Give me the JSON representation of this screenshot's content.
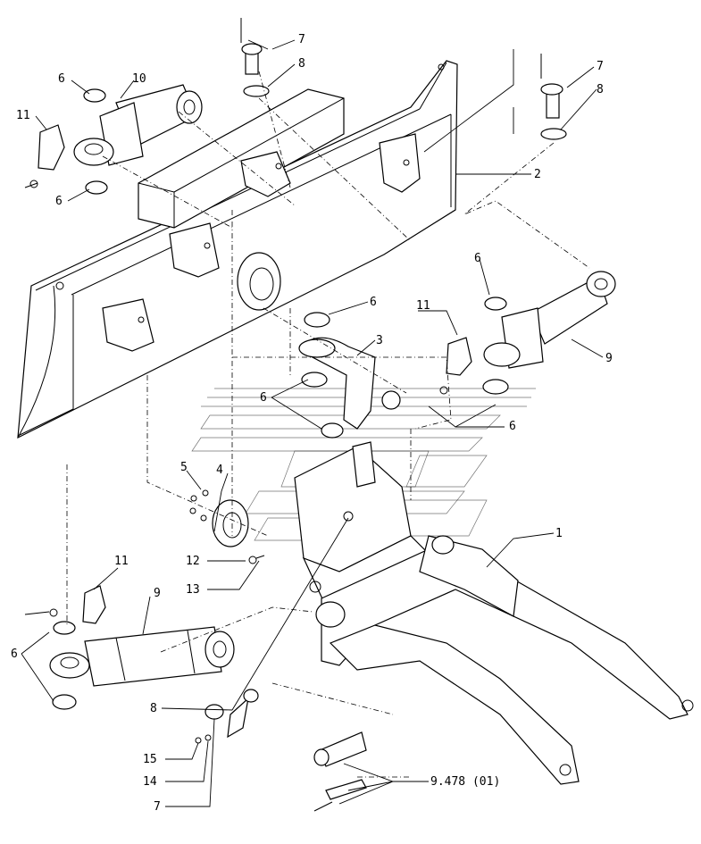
{
  "callouts": [
    {
      "id": "c1",
      "text": "1"
    },
    {
      "id": "c2",
      "text": "2"
    },
    {
      "id": "c3",
      "text": "3"
    },
    {
      "id": "c4",
      "text": "4"
    },
    {
      "id": "c5",
      "text": "5"
    },
    {
      "id": "c6a",
      "text": "6"
    },
    {
      "id": "c6b",
      "text": "6"
    },
    {
      "id": "c6c",
      "text": "6"
    },
    {
      "id": "c6d",
      "text": "6"
    },
    {
      "id": "c6e",
      "text": "6"
    },
    {
      "id": "c6f",
      "text": "6"
    },
    {
      "id": "c6g",
      "text": "6"
    },
    {
      "id": "c7a",
      "text": "7"
    },
    {
      "id": "c7b",
      "text": "7"
    },
    {
      "id": "c7c",
      "text": "7"
    },
    {
      "id": "c8a",
      "text": "8"
    },
    {
      "id": "c8b",
      "text": "8"
    },
    {
      "id": "c8c",
      "text": "8"
    },
    {
      "id": "c9a",
      "text": "9"
    },
    {
      "id": "c9b",
      "text": "9"
    },
    {
      "id": "c10",
      "text": "10"
    },
    {
      "id": "c11a",
      "text": "11"
    },
    {
      "id": "c11b",
      "text": "11"
    },
    {
      "id": "c11c",
      "text": "11"
    },
    {
      "id": "c12",
      "text": "12"
    },
    {
      "id": "c13",
      "text": "13"
    },
    {
      "id": "c14",
      "text": "14"
    },
    {
      "id": "c15",
      "text": "15"
    },
    {
      "id": "cref",
      "text": "9.478 (01)"
    }
  ]
}
